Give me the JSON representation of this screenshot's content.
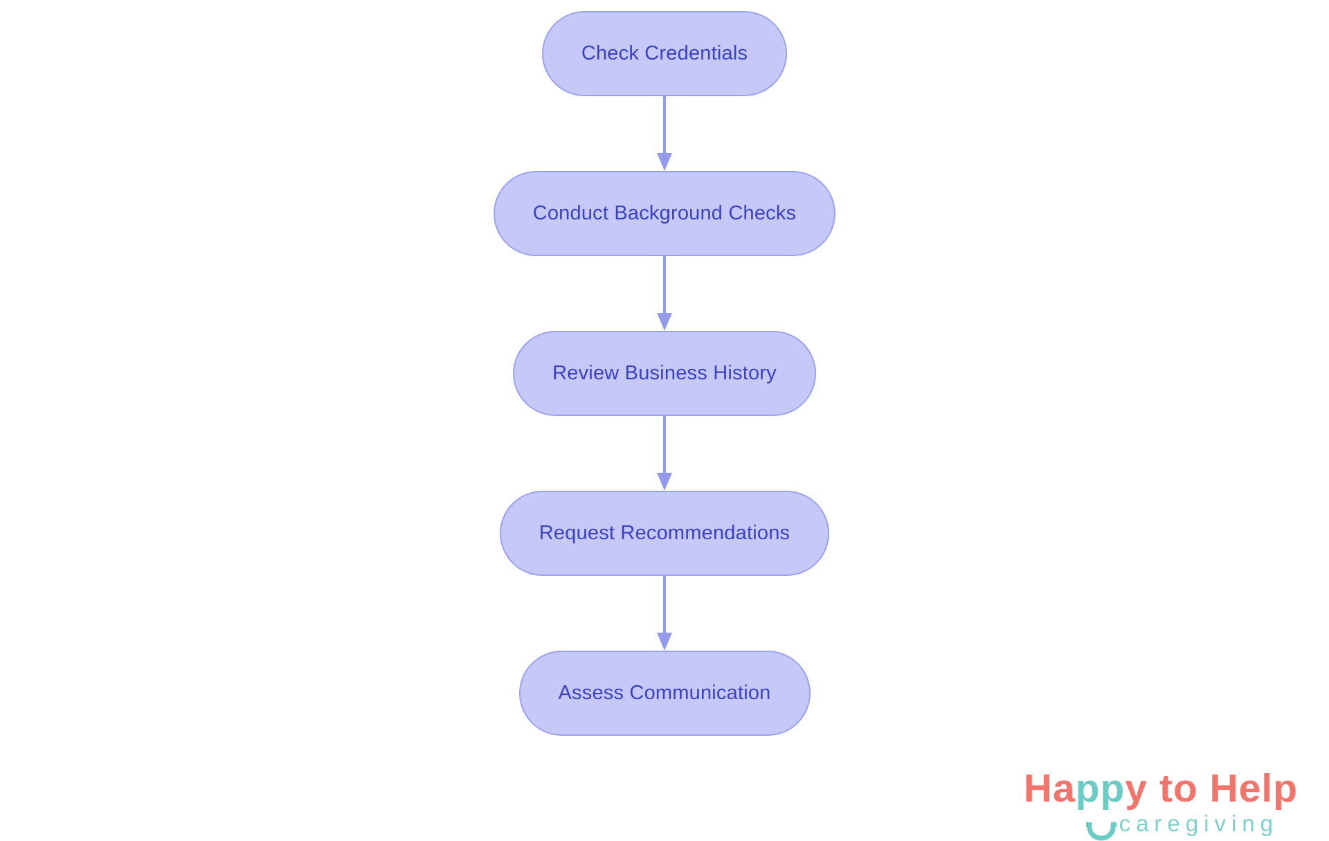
{
  "flowchart": {
    "type": "vertical-process-flow",
    "nodes": [
      {
        "id": 1,
        "label": "Check Credentials"
      },
      {
        "id": 2,
        "label": "Conduct Background Checks"
      },
      {
        "id": 3,
        "label": "Review Business History"
      },
      {
        "id": 4,
        "label": "Request Recommendations"
      },
      {
        "id": 5,
        "label": "Assess Communication"
      }
    ],
    "edges": [
      {
        "from": 1,
        "to": 2
      },
      {
        "from": 2,
        "to": 3
      },
      {
        "from": 3,
        "to": 4
      },
      {
        "from": 4,
        "to": 5
      }
    ]
  },
  "logo": {
    "word_part_ha": "Ha",
    "word_part_pp": "pp",
    "word_part_rest": "y to Help",
    "tagline": "caregiving"
  },
  "theme": {
    "page_bg": "#ffffff",
    "node_fill": "#c6c9f7",
    "node_border": "#9aa2f0",
    "node_text": "#3b41c4",
    "arrow_color": "#939bef",
    "logo_coral": "#f2746b",
    "logo_teal": "#6bcbc5",
    "logo_tagline_teal": "#7fd0cb"
  }
}
